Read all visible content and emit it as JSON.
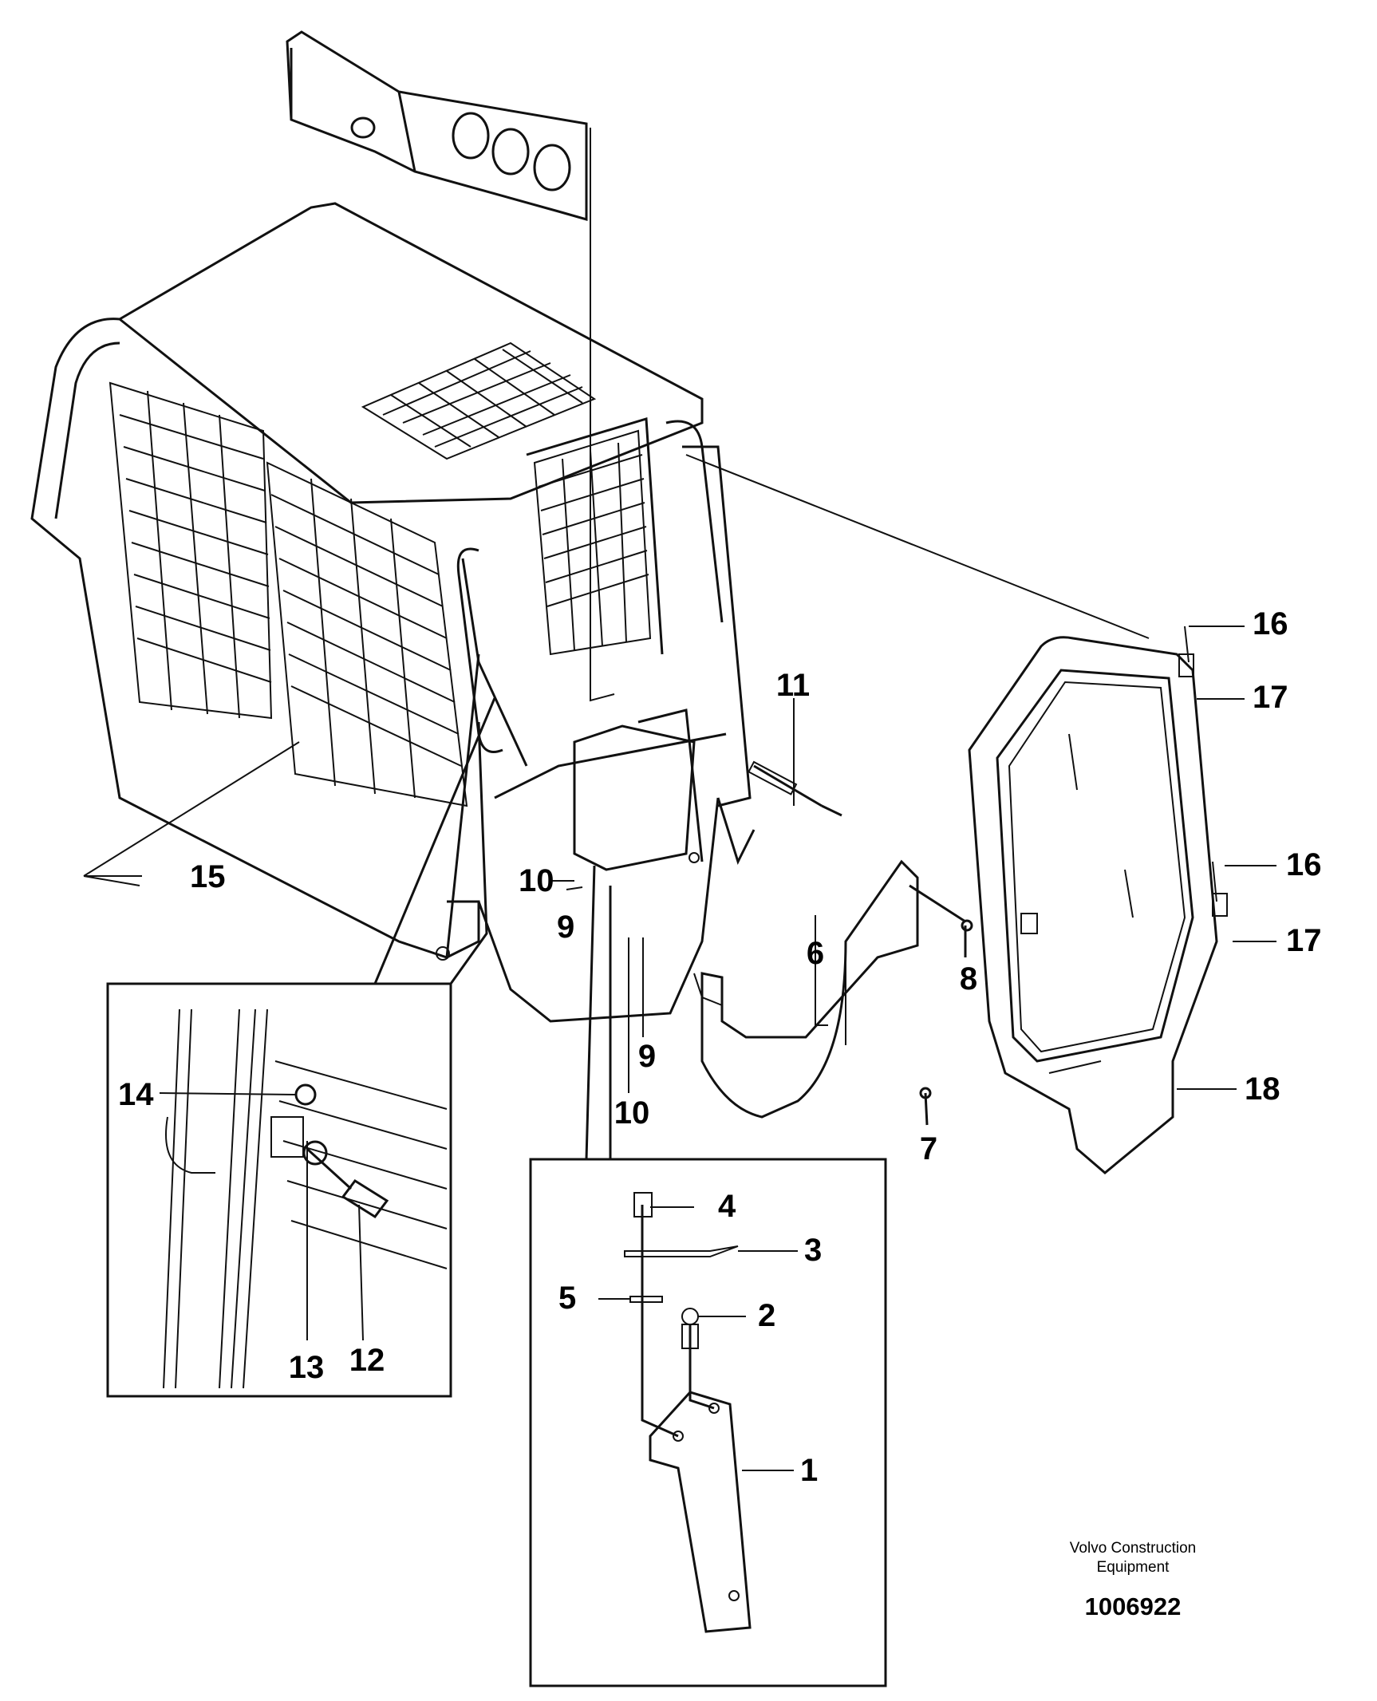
{
  "labels": {
    "p1": "1",
    "p2": "2",
    "p3": "3",
    "p4": "4",
    "p5": "5",
    "p6": "6",
    "p7": "7",
    "p8": "8",
    "p9a": "9",
    "p9b": "9",
    "p10a": "10",
    "p10b": "10",
    "p11": "11",
    "p12": "12",
    "p13": "13",
    "p14": "14",
    "p15": "15",
    "p16a": "16",
    "p16b": "16",
    "p17a": "17",
    "p17b": "17",
    "p18": "18"
  },
  "caption": {
    "line1": "Volvo Construction",
    "line2": "Equipment",
    "document_number": "1006922"
  }
}
